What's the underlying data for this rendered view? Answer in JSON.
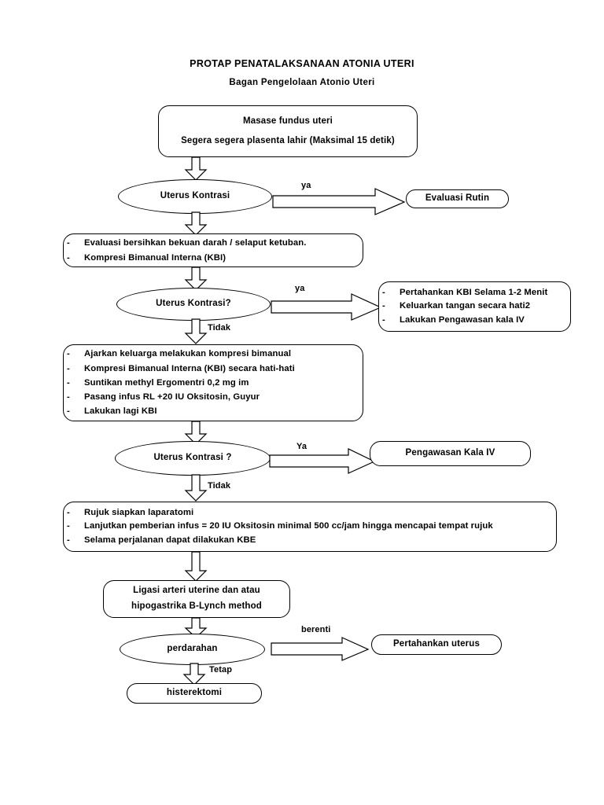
{
  "document": {
    "title_main": "PROTAP PENATALAKSANAAN ATONIA UTERI",
    "title_sub": "Bagan Pengelolaan Atonio Uteri"
  },
  "colors": {
    "stroke": "#000000",
    "fill": "#ffffff",
    "text": "#000000"
  },
  "nodes": {
    "start": {
      "line1": "Masase fundus uteri",
      "line2": "Segera segera  plasenta lahir (Maksimal 15 detik)"
    },
    "decision1": {
      "label": "Uterus Kontrasi"
    },
    "evaluasi_rutin": {
      "label": "Evaluasi  Rutin"
    },
    "process1": {
      "items": [
        "Evaluasi bersihkan bekuan darah / selaput ketuban.",
        "Kompresi Bimanual Interna (KBI)"
      ]
    },
    "decision2": {
      "label": "Uterus Kontrasi?"
    },
    "kbi_box": {
      "items": [
        "Pertahankan KBI Selama 1-2 Menit",
        "Keluarkan tangan secara hati2",
        "Lakukan Pengawasan kala IV"
      ]
    },
    "process2": {
      "items": [
        "Ajarkan keluarga melakukan kompresi bimanual",
        "Kompresi Bimanual Interna (KBI) secara hati-hati",
        "Suntikan methyl Ergomentri 0,2 mg im",
        "Pasang infus RL +20 IU Oksitosin, Guyur",
        "Lakukan lagi KBI"
      ]
    },
    "decision3": {
      "label": "Uterus Kontrasi ?"
    },
    "pengawasan_kala": {
      "label": "Pengawasan Kala IV"
    },
    "process3": {
      "items": [
        "Rujuk siapkan laparatomi",
        "Lanjutkan pemberian infus = 20 IU Oksitosin minimal 500 cc/jam hingga mencapai tempat rujuk",
        "Selama perjalanan dapat dilakukan KBE"
      ]
    },
    "ligasi": {
      "line1": "Ligasi arteri uterine dan atau",
      "line2": "hipogastrika B-Lynch method"
    },
    "decision4": {
      "label": "perdarahan"
    },
    "pertahankan_uterus": {
      "label": "Pertahankan uterus"
    },
    "histerektomi": {
      "label": "histerektomi"
    }
  },
  "edge_labels": {
    "ya1": "ya",
    "ya2": "ya",
    "ya3": "Ya",
    "tidak1": "Tidak",
    "tidak2": "Tidak",
    "berenti": "berenti",
    "tetap": "Tetap"
  }
}
